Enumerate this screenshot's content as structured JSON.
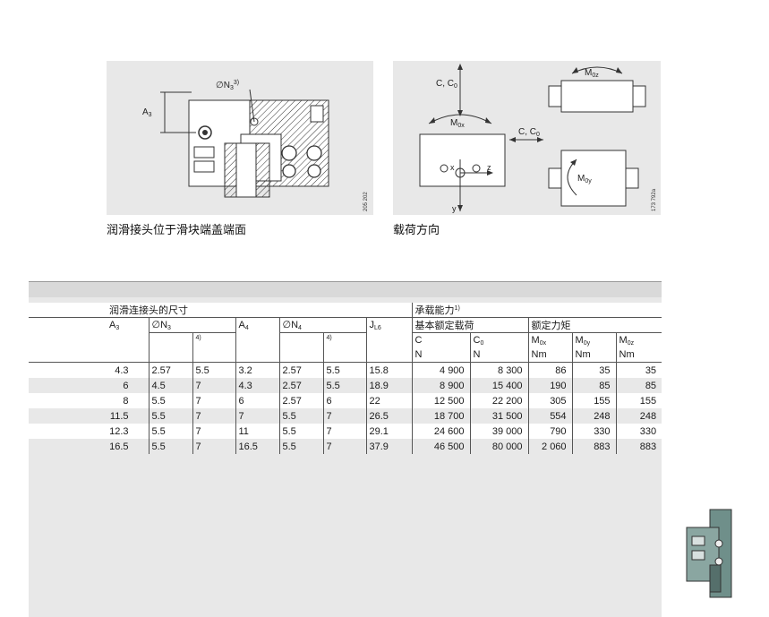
{
  "figure1": {
    "label_N3": "∅N",
    "label_N3_sub": "3",
    "label_N3_sup": "3)",
    "label_A3": "A",
    "label_A3_sub": "3",
    "code": "205 202",
    "caption": "润滑接头位于滑块端盖端面"
  },
  "figure2": {
    "label_C_top": "C, C",
    "label_C_top_sub": "0",
    "label_Mox": "M",
    "label_Mox_sub": "0x",
    "label_C_mid": "C, C",
    "label_C_mid_sub": "0",
    "label_Moz": "M",
    "label_Moz_sub": "0z",
    "label_Moy": "M",
    "label_Moy_sub": "0y",
    "label_x": "x",
    "label_z": "z",
    "label_y": "y",
    "code": "173 792a",
    "caption": "载荷方向"
  },
  "table": {
    "group_left": "润滑连接头的尺寸",
    "group_right": "承载能力",
    "group_right_sup": "1)",
    "sub_dynamic": "基本额定载荷",
    "sub_moment": "额定力矩",
    "col_A3": "A",
    "col_A3_sub": "3",
    "col_N3": "∅N",
    "col_N3_sub": "3",
    "col_N3_note": "4)",
    "col_A4": "A",
    "col_A4_sub": "4",
    "col_N4": "∅N",
    "col_N4_sub": "4",
    "col_N4_note": "4)",
    "col_JL6": "J",
    "col_JL6_sub": "L6",
    "col_C": "C",
    "col_C0": "C",
    "col_C0_sub": "0",
    "col_Mox": "M",
    "col_Mox_sub": "0x",
    "col_Moy": "M",
    "col_Moy_sub": "0y",
    "col_Moz": "M",
    "col_Moz_sub": "0z",
    "unit_N": "N",
    "unit_Nm": "Nm",
    "rows": [
      [
        "4.3",
        "2.57",
        "5.5",
        "3.2",
        "2.57",
        "5.5",
        "15.8",
        "4 900",
        "8 300",
        "86",
        "35",
        "35"
      ],
      [
        "6",
        "4.5",
        "7",
        "4.3",
        "2.57",
        "5.5",
        "18.9",
        "8 900",
        "15 400",
        "190",
        "85",
        "85"
      ],
      [
        "8",
        "5.5",
        "7",
        "6",
        "2.57",
        "6",
        "22",
        "12 500",
        "22 200",
        "305",
        "155",
        "155"
      ],
      [
        "11.5",
        "5.5",
        "7",
        "7",
        "5.5",
        "7",
        "26.5",
        "18 700",
        "31 500",
        "554",
        "248",
        "248"
      ],
      [
        "12.3",
        "5.5",
        "7",
        "11",
        "5.5",
        "7",
        "29.1",
        "24 600",
        "39 000",
        "790",
        "330",
        "330"
      ],
      [
        "16.5",
        "5.5",
        "7",
        "16.5",
        "5.5",
        "7",
        "37.9",
        "46 500",
        "80 000",
        "2 060",
        "883",
        "883"
      ]
    ]
  }
}
